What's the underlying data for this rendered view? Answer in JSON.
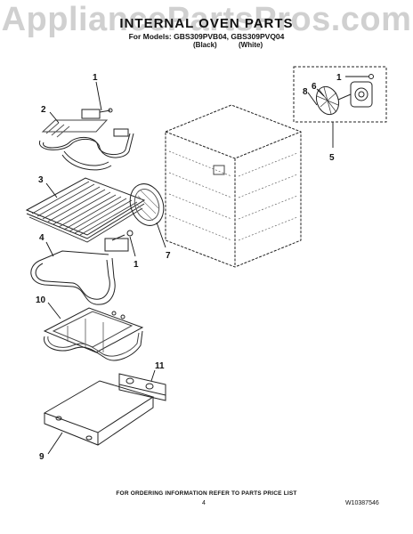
{
  "header": {
    "watermark": "AppliancePartsPros.com",
    "title": "INTERNAL OVEN PARTS",
    "models_line": "For Models: GBS309PVB04, GBS309PVQ04",
    "variant_black": "(Black)",
    "variant_white": "(White)"
  },
  "callouts": {
    "c1_top": "1",
    "c2": "2",
    "c3": "3",
    "c4": "4",
    "c1_mid": "1",
    "c7": "7",
    "c10": "10",
    "c11": "11",
    "c9": "9",
    "c1_fan": "1",
    "c6": "6",
    "c8": "8",
    "c5": "5"
  },
  "footer": {
    "note": "FOR ORDERING INFORMATION REFER TO PARTS PRICE LIST",
    "page_number": "4",
    "document_number": "W10387546"
  }
}
